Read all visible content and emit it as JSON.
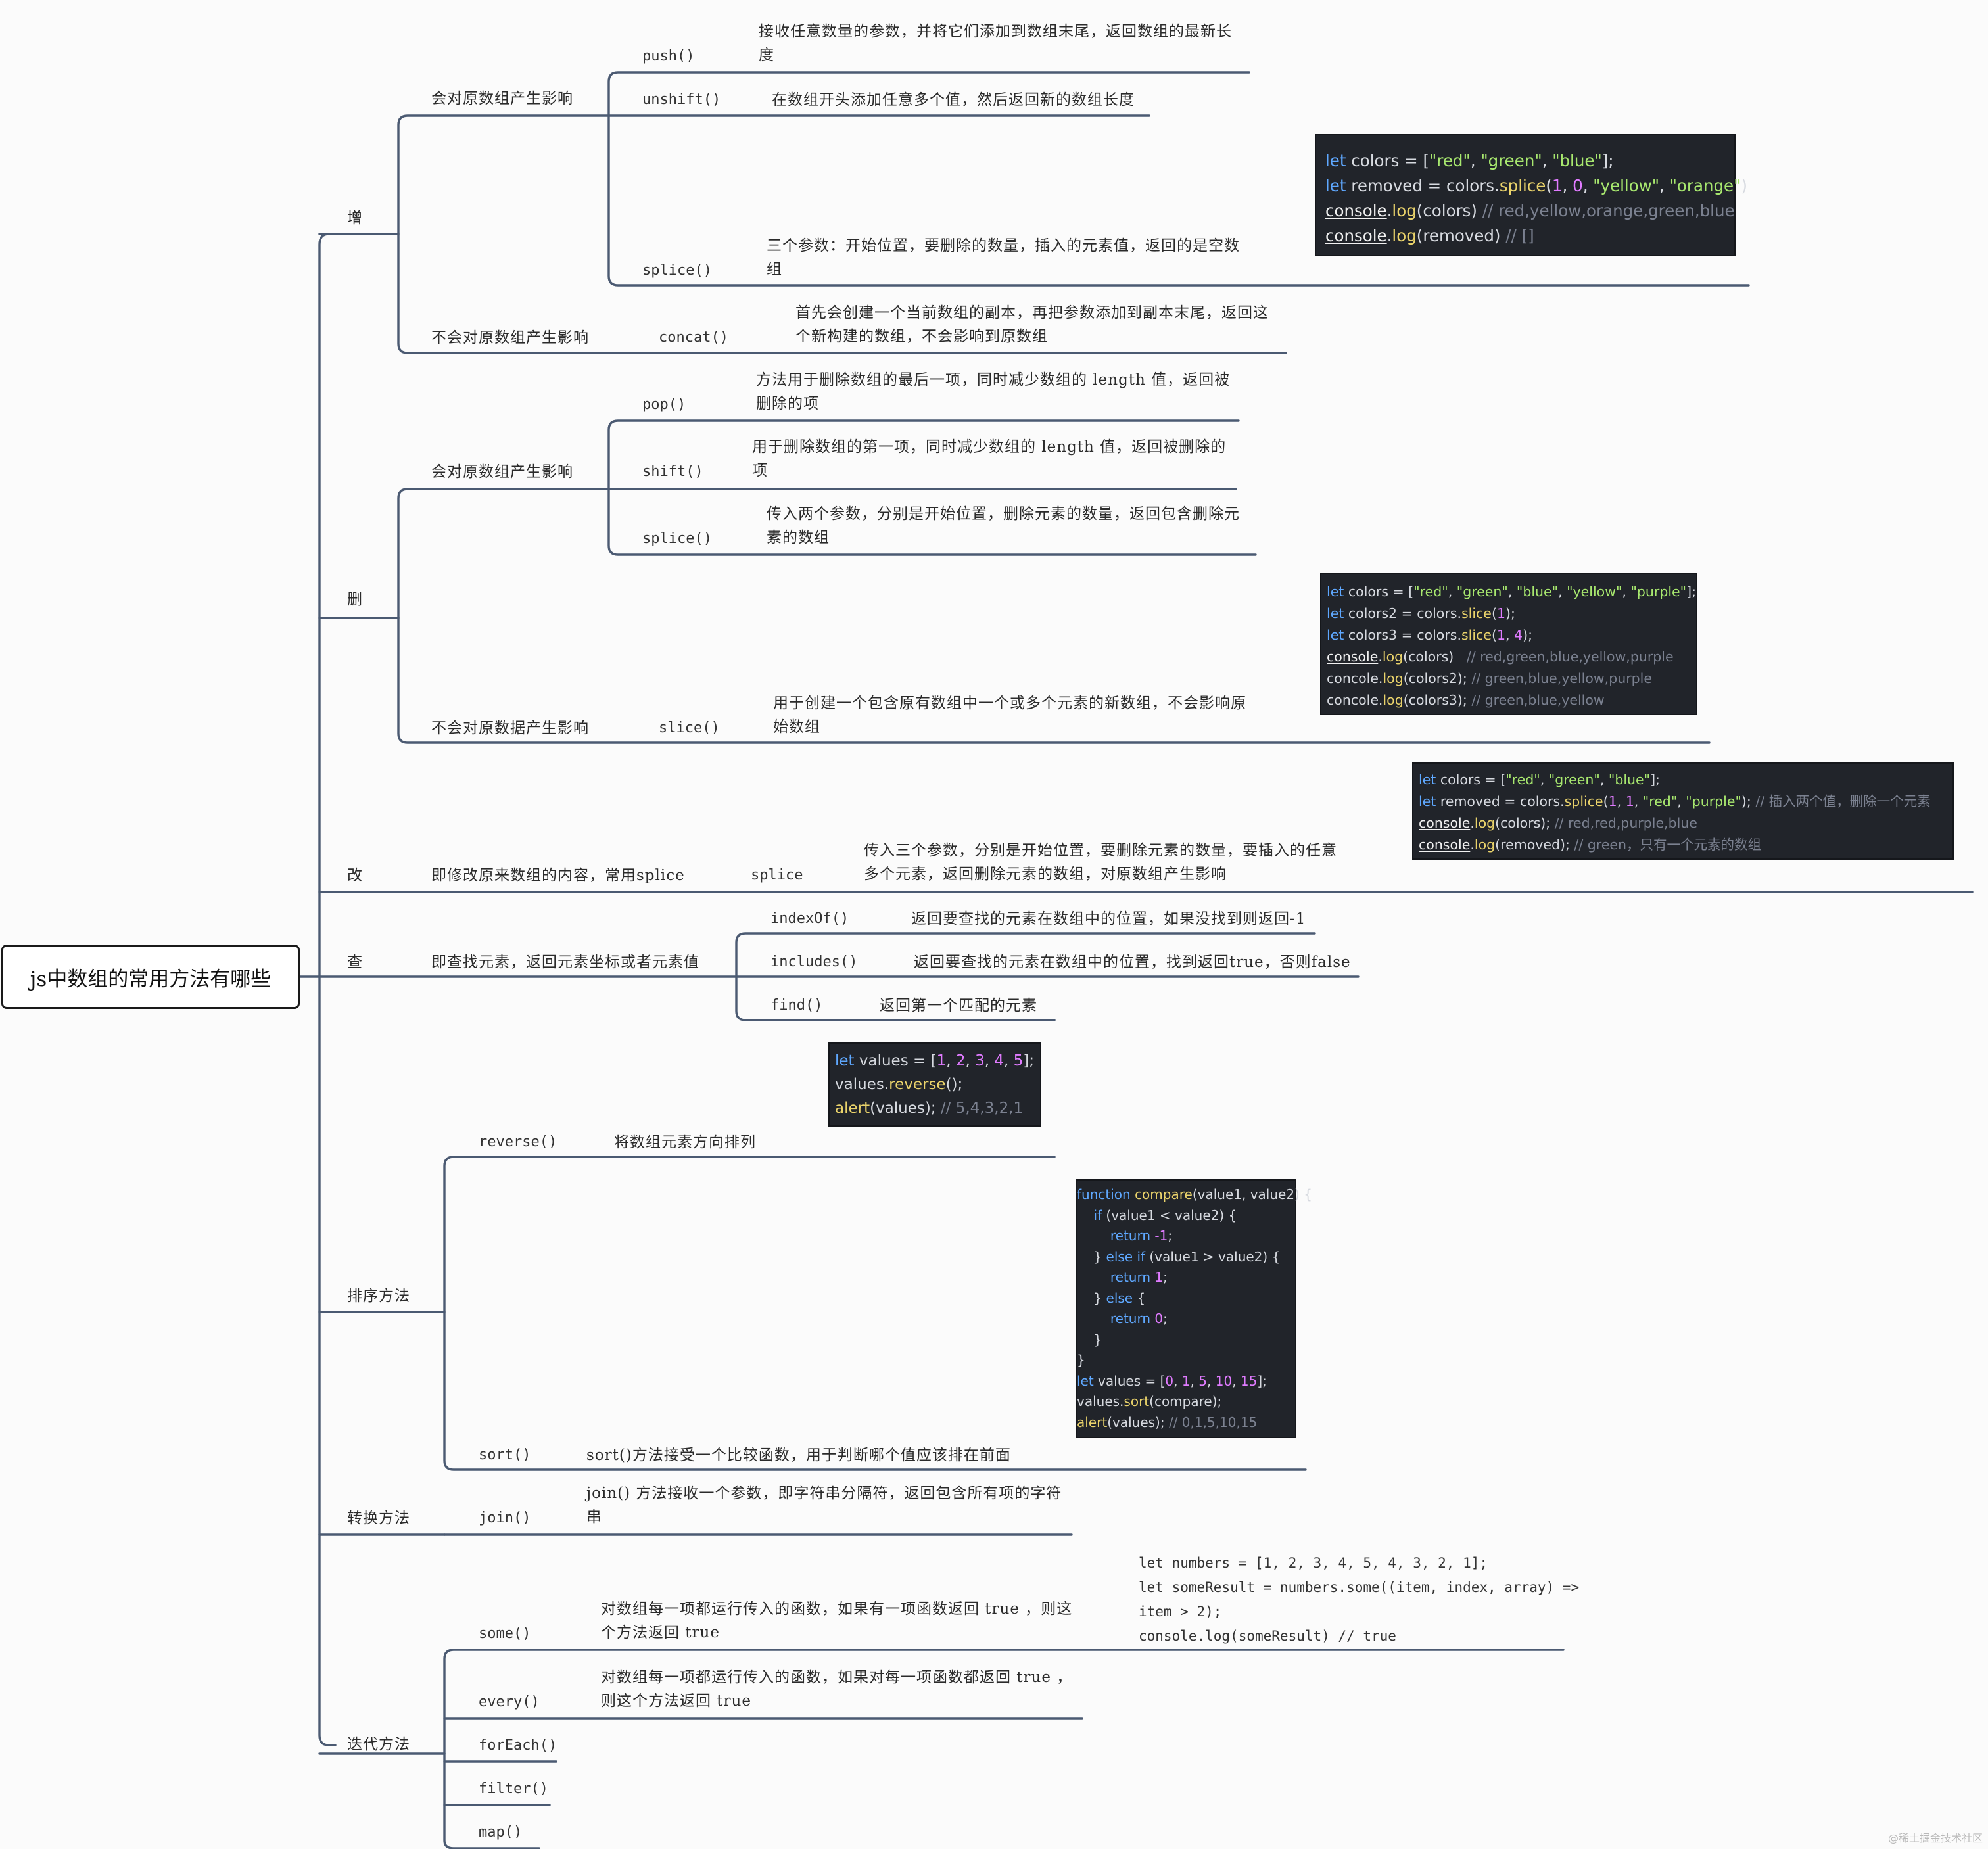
{
  "root": "js中数组的常用方法有哪些",
  "branches": {
    "add": {
      "label": "增",
      "mutating": {
        "label": "会对原数组产生影响",
        "push": {
          "name": "push()",
          "desc": "接收任意数量的参数，并将它们添加到数组末尾，返回数组的最新长度"
        },
        "unshift": {
          "name": "unshift()",
          "desc": "在数组开头添加任意多个值，然后返回新的数组长度"
        },
        "splice": {
          "name": "splice()",
          "desc": "三个参数：开始位置，要删除的数量，插入的元素值，返回的是空数组"
        }
      },
      "nonmutating": {
        "label": "不会对原数组产生影响",
        "concat": {
          "name": "concat()",
          "desc": "首先会创建一个当前数组的副本，再把参数添加到副本末尾，返回这个新构建的数组，不会影响到原数组"
        }
      }
    },
    "remove": {
      "label": "删",
      "mutating": {
        "label": "会对原数组产生影响",
        "pop": {
          "name": "pop()",
          "desc": "方法用于删除数组的最后一项，同时减少数组的 length 值，返回被删除的项"
        },
        "shift": {
          "name": "shift()",
          "desc": "用于删除数组的第一项，同时减少数组的 length 值，返回被删除的项"
        },
        "splice": {
          "name": "splice()",
          "desc": "传入两个参数，分别是开始位置，删除元素的数量，返回包含删除元素的数组"
        }
      },
      "nonmutating": {
        "label": "不会对原数据产生影响",
        "slice": {
          "name": "slice()",
          "desc": "用于创建一个包含原有数组中一个或多个元素的新数组，不会影响原始数组"
        }
      }
    },
    "modify": {
      "label": "改",
      "note": "即修改原来数组的内容，常用splice",
      "splice": {
        "name": "splice",
        "desc": "传入三个参数，分别是开始位置，要删除元素的数量，要插入的任意多个元素，返回删除元素的数组，对原数组产生影响"
      }
    },
    "find": {
      "label": "查",
      "note": "即查找元素，返回元素坐标或者元素值",
      "indexOf": {
        "name": "indexOf()",
        "desc": "返回要查找的元素在数组中的位置，如果没找到则返回-1"
      },
      "includes": {
        "name": "includes()",
        "desc": "返回要查找的元素在数组中的位置，找到返回true，否则false"
      },
      "findm": {
        "name": "find()",
        "desc": "返回第一个匹配的元素"
      }
    },
    "sort": {
      "label": "排序方法",
      "reverse": {
        "name": "reverse()",
        "desc": "将数组元素方向排列"
      },
      "sortm": {
        "name": "sort()",
        "desc": "sort()方法接受一个比较函数，用于判断哪个值应该排在前面"
      }
    },
    "convert": {
      "label": "转换方法",
      "join": {
        "name": "join()",
        "desc": "join() 方法接收一个参数，即字符串分隔符，返回包含所有项的字符串"
      }
    },
    "iterate": {
      "label": "迭代方法",
      "some": {
        "name": "some()",
        "desc": "对数组每一项都运行传入的函数，如果有一项函数返回 true ，则这个方法返回 true"
      },
      "every": {
        "name": "every()",
        "desc": "对数组每一项都运行传入的函数，如果对每一项函数都返回 true ，则这个方法返回 true"
      },
      "forEach": {
        "name": "forEach()"
      },
      "filter": {
        "name": "filter()"
      },
      "map": {
        "name": "map()"
      }
    }
  },
  "code": {
    "add_splice": [
      "let colors = [\"red\", \"green\", \"blue\"];",
      "let removed = colors.splice(1, 0, \"yellow\", \"orange\")",
      "console.log(colors) // red,yellow,orange,green,blue",
      "console.log(removed) // []"
    ],
    "slice": [
      "let colors = [\"red\", \"green\", \"blue\", \"yellow\", \"purple\"];",
      "let colors2 = colors.slice(1);",
      "let colors3 = colors.slice(1, 4);",
      "console.log(colors)   // red,green,blue,yellow,purple",
      "concole.log(colors2); // green,blue,yellow,purple",
      "concole.log(colors3); // green,blue,yellow"
    ],
    "modify_splice": [
      "let colors = [\"red\", \"green\", \"blue\"];",
      "let removed = colors.splice(1, 1, \"red\", \"purple\"); // 插入两个值，删除一个元素",
      "console.log(colors); // red,red,purple,blue",
      "console.log(removed); // green，只有一个元素的数组"
    ],
    "reverse": [
      "let values = [1, 2, 3, 4, 5];",
      "values.reverse();",
      "alert(values); // 5,4,3,2,1"
    ],
    "sort": [
      "function compare(value1, value2) {",
      "    if (value1 < value2) {",
      "        return -1;",
      "    } else if (value1 > value2) {",
      "        return 1;",
      "    } else {",
      "        return 0;",
      "    }",
      "}",
      "let values = [0, 1, 5, 10, 15];",
      "values.sort(compare);",
      "alert(values); // 0,1,5,10,15"
    ],
    "some": [
      "let numbers = [1, 2, 3, 4, 5, 4, 3, 2, 1];",
      "let someResult = numbers.some((item, index, array) =>",
      "item > 2);",
      "console.log(someResult) // true"
    ]
  },
  "watermark": "@稀土掘金技术社区",
  "colors": {
    "line": "#4b5a72",
    "code_bg": "#21242a",
    "keyword": "#5fa8ff",
    "string": "#a8e86f",
    "number": "#e07bff",
    "function": "#ead36b",
    "comment": "#7b8190"
  }
}
